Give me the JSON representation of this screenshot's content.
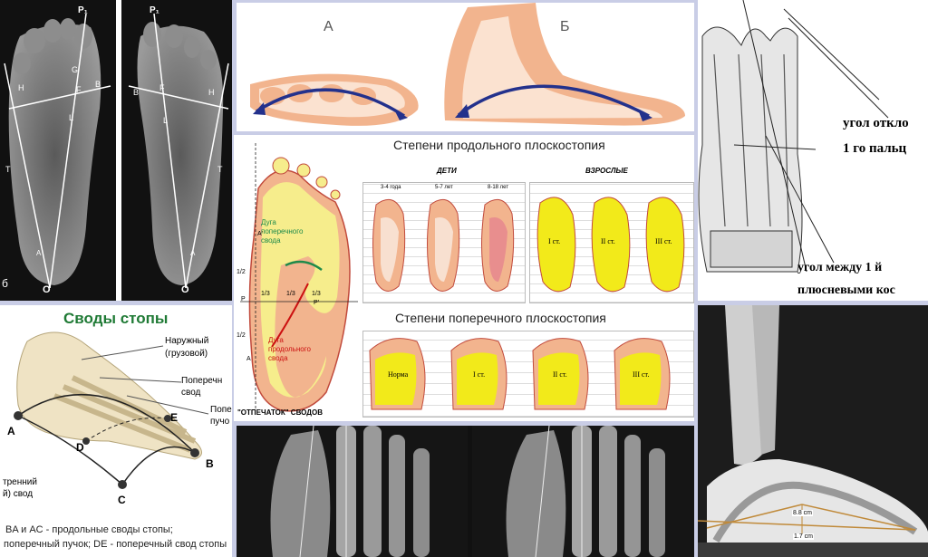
{
  "footprints": {
    "top_left": "P₁",
    "top_right": "P₁",
    "bottom_left": "O",
    "bottom_right": "O",
    "letters_left": [
      "H",
      "G",
      "B",
      "F",
      "L",
      "T",
      "A"
    ],
    "letters_right": [
      "B",
      "F",
      "H",
      "L",
      "T",
      "A"
    ],
    "corner": "б"
  },
  "arch_ab": {
    "label_a": "А",
    "label_b": "Б"
  },
  "deviation": {
    "line1": "угол откло",
    "line2": "1 го пальц",
    "line3": "угол между 1 й",
    "line4": "плюсневыми кос"
  },
  "arches": {
    "title": "Своды стопы",
    "outer1": "Наружный",
    "outer2": "(грузовой)",
    "transverse1": "Поперечн",
    "transverse2": "свод",
    "bundle1": "Попе",
    "bundle2": "пучо",
    "inner1": "тренний",
    "inner2": "й) свод",
    "points": [
      "A",
      "B",
      "C",
      "D",
      "E"
    ],
    "legend1": "BA и AC - продольные своды стопы;",
    "legend2": "поперечный пучок; DE - поперечный свод стопы"
  },
  "flatfoot": {
    "title_long": "Степени продольного плоскостопия",
    "children": "ДЕТИ",
    "adults": "ВЗРОСЛЫЕ",
    "ages": [
      "3-4 года",
      "5-7 лет",
      "8-18 лет"
    ],
    "adult_degrees": [
      "I ст.",
      "II ст.",
      "III ст."
    ],
    "arch_transverse": [
      "Дуга",
      "поперечного",
      "свода"
    ],
    "arch_longitudinal": [
      "Дуга",
      "продольного",
      "свода"
    ],
    "imprint": "\"ОТПЕЧАТОК\" СВОДОВ",
    "title_transverse": "Степени поперечного плоскостопия",
    "transverse_degrees": [
      "Норма",
      "I ст.",
      "II ст.",
      "III ст."
    ],
    "fractions": [
      "1/2",
      "1/3",
      "1/3",
      "1/3",
      "1/2"
    ],
    "points": [
      "A'",
      "P",
      "P'",
      "A"
    ]
  },
  "xray_lateral": {
    "measure1": "8.8 cm",
    "measure2": "1.7 cm"
  },
  "colors": {
    "background": "#c9cde6",
    "skin": "#f4c2a0",
    "yellow": "#f2ea1a",
    "arrow": "#23318c",
    "title_green": "#1f7a35"
  }
}
